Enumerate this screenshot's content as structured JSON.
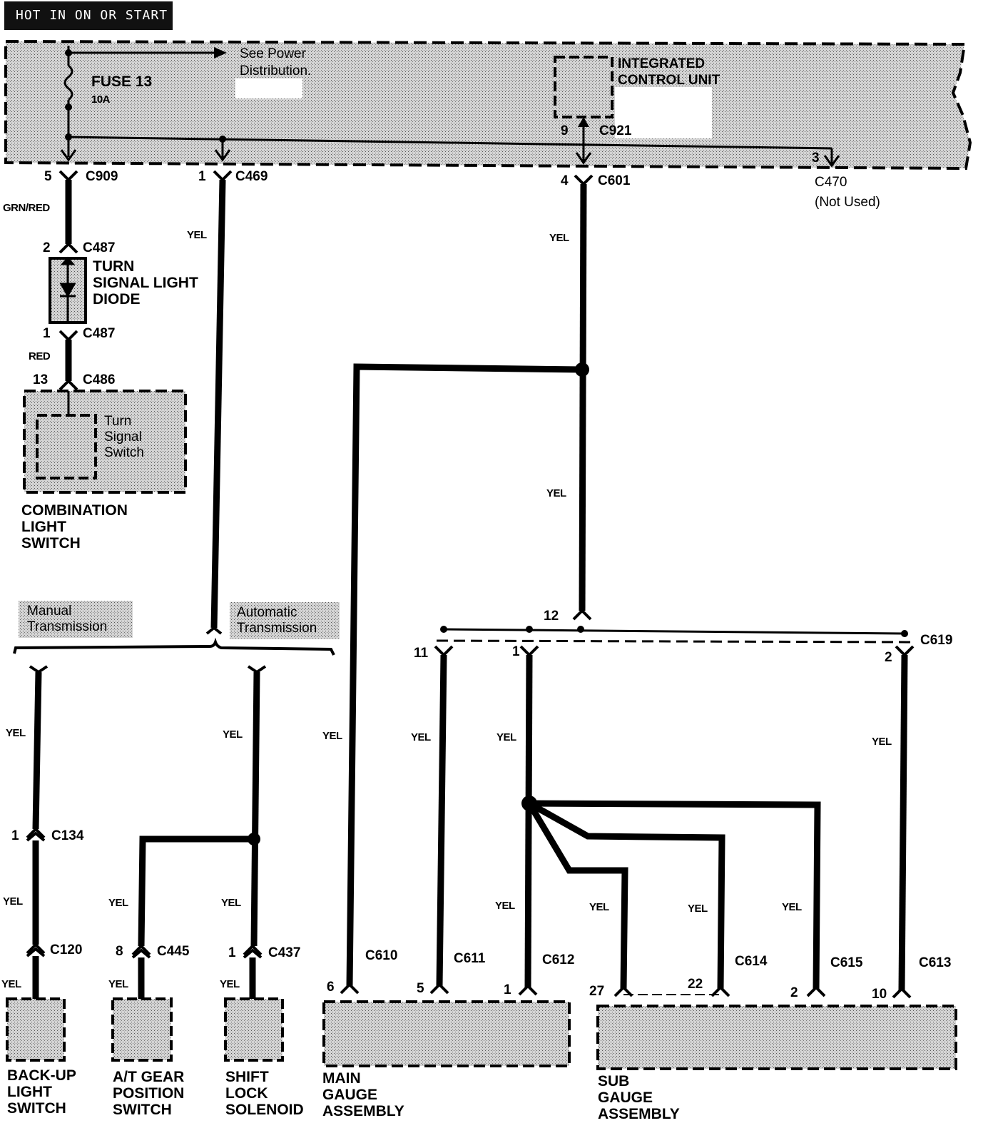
{
  "header": "HOT IN ON OR START",
  "power_box": {
    "fuse_name": "FUSE 13",
    "fuse_rating": "10A",
    "see_power": "See Power\nDistribution.",
    "icu_name": "INTEGRATED\nCONTROL UNIT"
  },
  "connectors": {
    "c909": "C909",
    "c909_pin": "5",
    "c469": "C469",
    "c469_pin": "1",
    "c601": "C601",
    "c601_pin": "4",
    "c921": "C921",
    "c921_pin": "9",
    "c470": "C470",
    "c470_pin": "3",
    "c470_note": "(Not Used)",
    "c487a": "C487",
    "c487a_pin": "2",
    "c487b": "C487",
    "c487b_pin": "1",
    "c486": "C486",
    "c486_pin": "13",
    "c619": "C619",
    "c619_pin12": "12",
    "c619_pin11": "11",
    "c619_pin1": "1",
    "c619_pin2": "2",
    "c134": "C134",
    "c134_pin": "1",
    "c120": "C120",
    "c445": "C445",
    "c445_pin": "8",
    "c437": "C437",
    "c437_pin": "1",
    "c610": "C610",
    "c610_pin": "6",
    "c611": "C611",
    "c611_pin": "5",
    "c612": "C612",
    "c612_pin": "1",
    "c614": "C614",
    "c614_pin27": "27",
    "c614_pin22": "22",
    "c615": "C615",
    "c615_pin": "2",
    "c613": "C613",
    "c613_pin": "10"
  },
  "wire_colors": {
    "grn_red": "GRN/RED",
    "red": "RED",
    "yel": "YEL"
  },
  "components": {
    "diode": "TURN\nSIGNAL LIGHT\nDIODE",
    "turn_signal_switch": "Turn\nSignal\nSwitch",
    "combination_switch": "COMBINATION\nLIGHT\nSWITCH",
    "manual_trans": "Manual\nTransmission",
    "auto_trans": "Automatic\nTransmission",
    "backup_switch": "BACK-UP\nLIGHT\nSWITCH",
    "at_gear_switch": "A/T GEAR\nPOSITION\nSWITCH",
    "shift_lock": "SHIFT\nLOCK\nSOLENOID",
    "main_gauge": "MAIN\nGAUGE\nASSEMBLY",
    "sub_gauge": "SUB\nGAUGE\nASSEMBLY"
  },
  "colors": {
    "wire": "#000000",
    "fill": "#c9c9c9",
    "header_bg": "#111111"
  }
}
